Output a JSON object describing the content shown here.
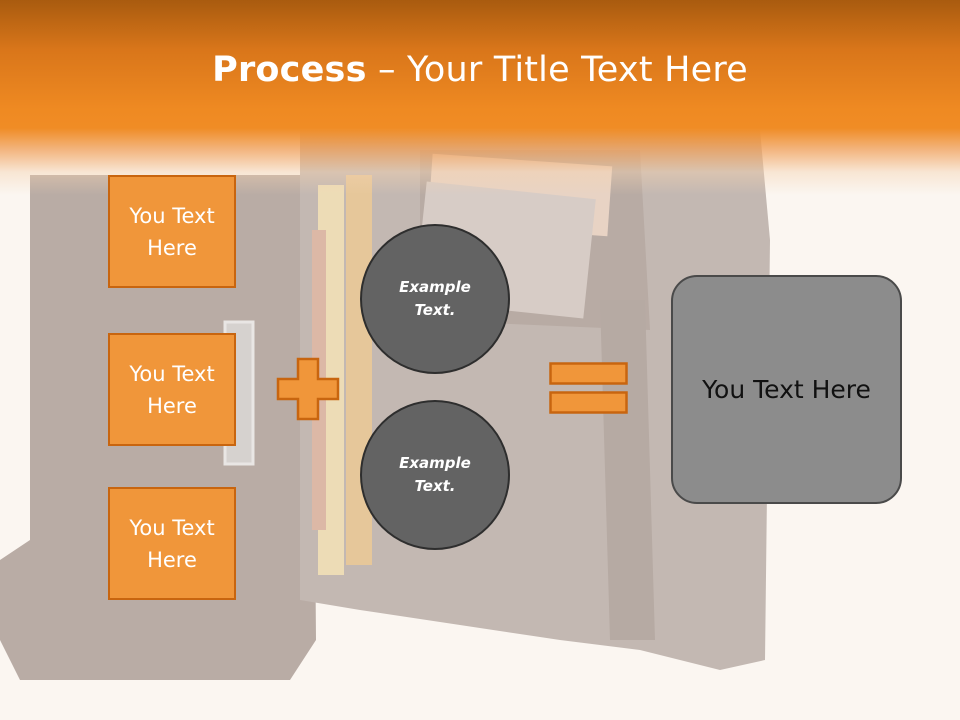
{
  "title": {
    "bold": "Process",
    "rest": " – Your Title Text Here"
  },
  "inputs": [
    {
      "label": "You Text Here"
    },
    {
      "label": "You Text Here"
    },
    {
      "label": "You Text Here"
    }
  ],
  "operands": [
    {
      "label": "Example Text."
    },
    {
      "label": "Example Text."
    }
  ],
  "result": {
    "label": "You Text Here"
  },
  "symbols": {
    "plus": "plus-icon",
    "equals": "equals-icon"
  },
  "colors": {
    "banner": "#f08c25",
    "box_fill": "#f0963a",
    "box_border": "#c8650f",
    "circle_fill": "#636363",
    "result_fill": "#8c8c8c"
  }
}
